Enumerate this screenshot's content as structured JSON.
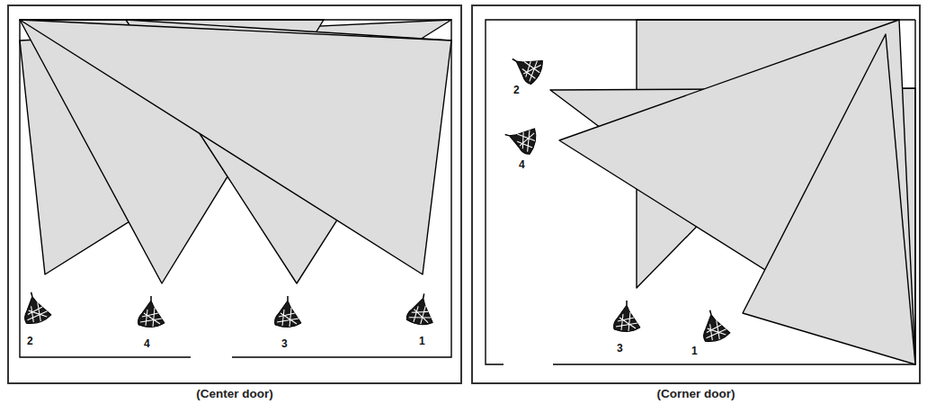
{
  "diagram": {
    "nodes": [
      {
        "text": [
          "(Center door)"
        ]
      },
      {
        "text": [
          "(Corner door)"
        ]
      }
    ],
    "labels": [
      "2",
      "4",
      "3",
      "1",
      "2",
      "4",
      "3",
      "1"
    ]
  }
}
